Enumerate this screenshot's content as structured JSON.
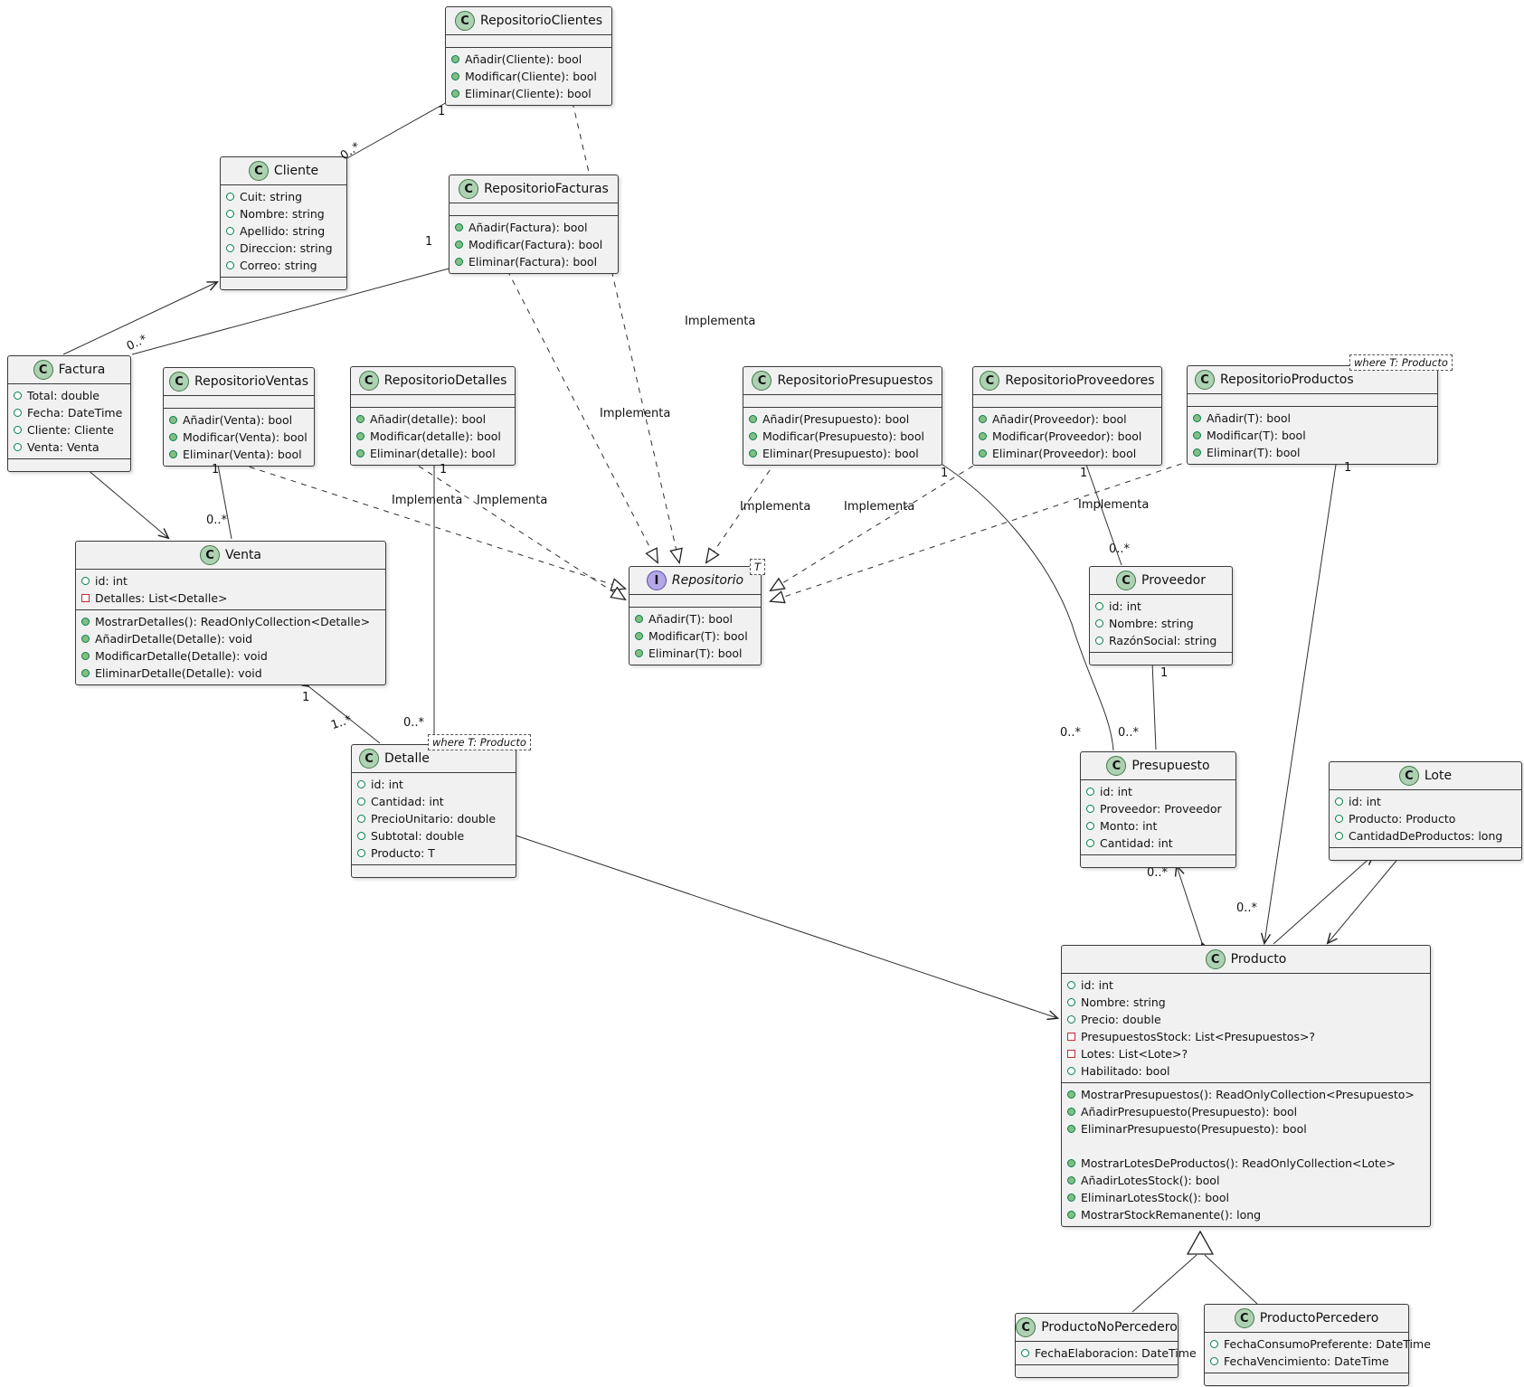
{
  "icons": {
    "class_letter": "C",
    "interface_letter": "I"
  },
  "colors": {
    "box_fill": "#F1F1F2",
    "class_icon_bg": "#ADD1B2",
    "interface_icon_bg": "#B4A7E5",
    "public_field_icon": "#038048",
    "private_field_icon": "#C82930",
    "method_icon_fill": "#84BE84",
    "line": "#2f2f2f"
  },
  "classes": {
    "repositorio_clientes": {
      "name": "RepositorioClientes",
      "kind": "class",
      "attrs": [],
      "methods": [
        {
          "vis": "method",
          "text": "Añadir(Cliente): bool"
        },
        {
          "vis": "method",
          "text": "Modificar(Cliente): bool"
        },
        {
          "vis": "method",
          "text": "Eliminar(Cliente): bool"
        }
      ]
    },
    "cliente": {
      "name": "Cliente",
      "kind": "class",
      "attrs": [
        {
          "vis": "public",
          "text": "Cuit: string"
        },
        {
          "vis": "public",
          "text": "Nombre: string"
        },
        {
          "vis": "public",
          "text": "Apellido: string"
        },
        {
          "vis": "public",
          "text": "Direccion: string"
        },
        {
          "vis": "public",
          "text": "Correo: string"
        }
      ],
      "methods": []
    },
    "repositorio_facturas": {
      "name": "RepositorioFacturas",
      "kind": "class",
      "attrs": [],
      "methods": [
        {
          "vis": "method",
          "text": "Añadir(Factura): bool"
        },
        {
          "vis": "method",
          "text": "Modificar(Factura): bool"
        },
        {
          "vis": "method",
          "text": "Eliminar(Factura): bool"
        }
      ]
    },
    "factura": {
      "name": "Factura",
      "kind": "class",
      "attrs": [
        {
          "vis": "public",
          "text": "Total: double"
        },
        {
          "vis": "public",
          "text": "Fecha: DateTime"
        },
        {
          "vis": "public",
          "text": "Cliente: Cliente"
        },
        {
          "vis": "public",
          "text": "Venta: Venta"
        }
      ],
      "methods": []
    },
    "repositorio_ventas": {
      "name": "RepositorioVentas",
      "kind": "class",
      "attrs": [],
      "methods": [
        {
          "vis": "method",
          "text": "Añadir(Venta): bool"
        },
        {
          "vis": "method",
          "text": "Modificar(Venta): bool"
        },
        {
          "vis": "method",
          "text": "Eliminar(Venta): bool"
        }
      ]
    },
    "repositorio_detalles": {
      "name": "RepositorioDetalles",
      "kind": "class",
      "attrs": [],
      "methods": [
        {
          "vis": "method",
          "text": "Añadir(detalle): bool"
        },
        {
          "vis": "method",
          "text": "Modificar(detalle): bool"
        },
        {
          "vis": "method",
          "text": "Eliminar(detalle): bool"
        }
      ]
    },
    "repositorio_presupuestos": {
      "name": "RepositorioPresupuestos",
      "kind": "class",
      "attrs": [],
      "methods": [
        {
          "vis": "method",
          "text": "Añadir(Presupuesto): bool"
        },
        {
          "vis": "method",
          "text": "Modificar(Presupuesto): bool"
        },
        {
          "vis": "method",
          "text": "Eliminar(Presupuesto): bool"
        }
      ]
    },
    "repositorio_proveedores": {
      "name": "RepositorioProveedores",
      "kind": "class",
      "attrs": [],
      "methods": [
        {
          "vis": "method",
          "text": "Añadir(Proveedor): bool"
        },
        {
          "vis": "method",
          "text": "Modificar(Proveedor): bool"
        },
        {
          "vis": "method",
          "text": "Eliminar(Proveedor): bool"
        }
      ]
    },
    "repositorio_productos": {
      "name": "RepositorioProductos",
      "kind": "class",
      "generic": "where T: Producto",
      "attrs": [],
      "methods": [
        {
          "vis": "method",
          "text": "Añadir(T): bool"
        },
        {
          "vis": "method",
          "text": "Modificar(T): bool"
        },
        {
          "vis": "method",
          "text": "Eliminar(T): bool"
        }
      ]
    },
    "venta": {
      "name": "Venta",
      "kind": "class",
      "attrs": [
        {
          "vis": "public",
          "text": "id: int"
        },
        {
          "vis": "private",
          "text": "Detalles: List<Detalle>"
        }
      ],
      "methods": [
        {
          "vis": "method",
          "text": "MostrarDetalles(): ReadOnlyCollection<Detalle>"
        },
        {
          "vis": "method",
          "text": "AñadirDetalle(Detalle): void"
        },
        {
          "vis": "method",
          "text": "ModificarDetalle(Detalle): void"
        },
        {
          "vis": "method",
          "text": "EliminarDetalle(Detalle): void"
        }
      ]
    },
    "repositorio": {
      "name": "Repositorio",
      "kind": "interface",
      "generic": "T",
      "attrs": [],
      "methods": [
        {
          "vis": "method",
          "text": "Añadir(T): bool"
        },
        {
          "vis": "method",
          "text": "Modificar(T): bool"
        },
        {
          "vis": "method",
          "text": "Eliminar(T): bool"
        }
      ]
    },
    "proveedor": {
      "name": "Proveedor",
      "kind": "class",
      "attrs": [
        {
          "vis": "public",
          "text": "id: int"
        },
        {
          "vis": "public",
          "text": "Nombre: string"
        },
        {
          "vis": "public",
          "text": "RazónSocial: string"
        }
      ],
      "methods": []
    },
    "detalle": {
      "name": "Detalle",
      "kind": "class",
      "generic": "where T: Producto",
      "attrs": [
        {
          "vis": "public",
          "text": "id: int"
        },
        {
          "vis": "public",
          "text": "Cantidad: int"
        },
        {
          "vis": "public",
          "text": "PrecioUnitario: double"
        },
        {
          "vis": "public",
          "text": "Subtotal: double"
        },
        {
          "vis": "public",
          "text": "Producto: T"
        }
      ],
      "methods": []
    },
    "presupuesto": {
      "name": "Presupuesto",
      "kind": "class",
      "attrs": [
        {
          "vis": "public",
          "text": "id: int"
        },
        {
          "vis": "public",
          "text": "Proveedor: Proveedor"
        },
        {
          "vis": "public",
          "text": "Monto: int"
        },
        {
          "vis": "public",
          "text": "Cantidad: int"
        }
      ],
      "methods": []
    },
    "lote": {
      "name": "Lote",
      "kind": "class",
      "attrs": [
        {
          "vis": "public",
          "text": "id: int"
        },
        {
          "vis": "public",
          "text": "Producto: Producto"
        },
        {
          "vis": "public",
          "text": "CantidadDeProductos: long"
        }
      ],
      "methods": []
    },
    "producto": {
      "name": "Producto",
      "kind": "class",
      "attrs": [
        {
          "vis": "public",
          "text": "id: int"
        },
        {
          "vis": "public",
          "text": "Nombre: string"
        },
        {
          "vis": "public",
          "text": "Precio: double"
        },
        {
          "vis": "private",
          "text": "PresupuestosStock: List<Presupuestos>?"
        },
        {
          "vis": "private",
          "text": "Lotes: List<Lote>?"
        },
        {
          "vis": "public",
          "text": "Habilitado: bool"
        }
      ],
      "methods": [
        {
          "vis": "method",
          "text": "MostrarPresupuestos(): ReadOnlyCollection<Presupuesto>"
        },
        {
          "vis": "method",
          "text": "AñadirPresupuesto(Presupuesto): bool"
        },
        {
          "vis": "method",
          "text": "EliminarPresupuesto(Presupuesto): bool"
        },
        {
          "vis": "spacer",
          "text": ""
        },
        {
          "vis": "method",
          "text": "MostrarLotesDeProductos(): ReadOnlyCollection<Lote>"
        },
        {
          "vis": "method",
          "text": "AñadirLotesStock(): bool"
        },
        {
          "vis": "method",
          "text": "EliminarLotesStock(): bool"
        },
        {
          "vis": "method",
          "text": "MostrarStockRemanente(): long"
        }
      ]
    },
    "producto_no_percedero": {
      "name": "ProductoNoPercedero",
      "kind": "class",
      "attrs": [
        {
          "vis": "public",
          "text": "FechaElaboracion: DateTime"
        }
      ],
      "methods": []
    },
    "producto_percedero": {
      "name": "ProductoPercedero",
      "kind": "class",
      "attrs": [
        {
          "vis": "public",
          "text": "FechaConsumoPreferente: DateTime"
        },
        {
          "vis": "public",
          "text": "FechaVencimiento: DateTime"
        }
      ],
      "methods": []
    }
  },
  "edge_labels": [
    {
      "text": "Implementa"
    },
    {
      "text": "Implementa"
    },
    {
      "text": "Implementa"
    },
    {
      "text": "Implementa"
    },
    {
      "text": "Implementa"
    },
    {
      "text": "Implementa"
    },
    {
      "text": "Implementa"
    }
  ],
  "multiplicities": [
    {
      "text": "1"
    },
    {
      "text": "0..*"
    },
    {
      "text": "1"
    },
    {
      "text": "0..*"
    },
    {
      "text": "1"
    },
    {
      "text": "0..*"
    },
    {
      "text": "1"
    },
    {
      "text": "0..*"
    },
    {
      "text": "1"
    },
    {
      "text": "0..*"
    },
    {
      "text": "1"
    },
    {
      "text": "0..*"
    },
    {
      "text": "1"
    },
    {
      "text": "0..*"
    },
    {
      "text": "1"
    },
    {
      "text": "1..*"
    },
    {
      "text": "1"
    },
    {
      "text": "0..*"
    },
    {
      "text": "0..*"
    }
  ]
}
